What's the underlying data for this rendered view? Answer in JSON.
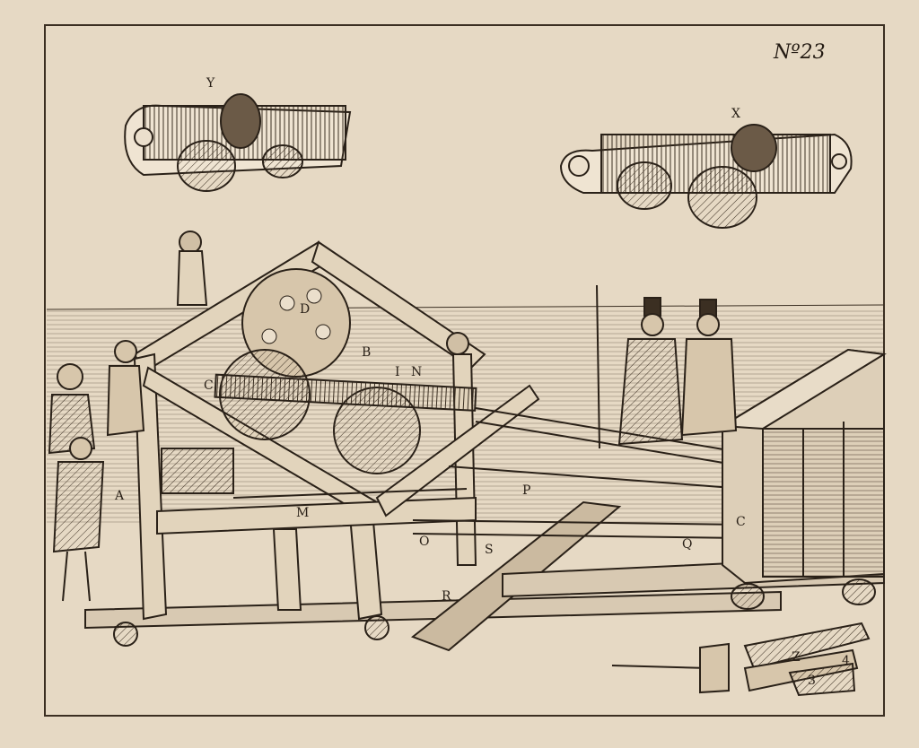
{
  "plate_number": "Nº23",
  "labels": {
    "y": "Y",
    "x": "X",
    "d": "D",
    "b": "B",
    "i": "I",
    "n": "N",
    "c1": "C",
    "c2": "C",
    "a": "A",
    "m": "M",
    "p": "P",
    "s": "S",
    "o": "O",
    "q": "Q",
    "r": "R",
    "z": "Z",
    "n4": "4",
    "n3": "3"
  },
  "colors": {
    "paper": "#e9ddc9",
    "ink": "#2a2118",
    "frame": "#3b2f22"
  }
}
